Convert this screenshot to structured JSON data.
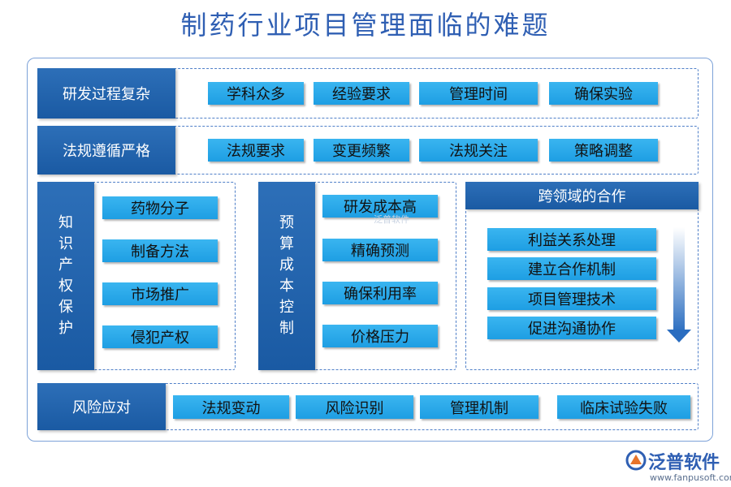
{
  "title": "制药行业项目管理面临的难题",
  "rows": {
    "research": {
      "label": "研发过程复杂",
      "items": [
        "学科众多",
        "经验要求",
        "管理时间",
        "确保实验"
      ]
    },
    "regulation": {
      "label": "法规遵循严格",
      "items": [
        "法规要求",
        "变更频繁",
        "法规关注",
        "策略调整"
      ]
    },
    "risk": {
      "label": "风险应对",
      "items": [
        "法规变动",
        "风险识别",
        "管理机制",
        "临床试验失败"
      ]
    }
  },
  "ip": {
    "label": "知识产权保护",
    "items": [
      "药物分子",
      "制备方法",
      "市场推广",
      "侵犯产权"
    ]
  },
  "budget": {
    "label": "预算成本控制",
    "items": [
      "研发成本高",
      "精确预测",
      "确保利用率",
      "价格压力"
    ]
  },
  "cross": {
    "label": "跨领域的合作",
    "items": [
      "利益关系处理",
      "建立合作机制",
      "项目管理技术",
      "促进沟通协作"
    ]
  },
  "logo": {
    "name": "泛普软件",
    "url": "www.fanpusoft.com",
    "icon": "fanpu-logo-icon"
  },
  "watermark": "泛普软件",
  "colors": {
    "header": "#1f63ad",
    "chip": "#29aaea",
    "title": "#2f5fb3",
    "dash": "#4f7fc8"
  }
}
